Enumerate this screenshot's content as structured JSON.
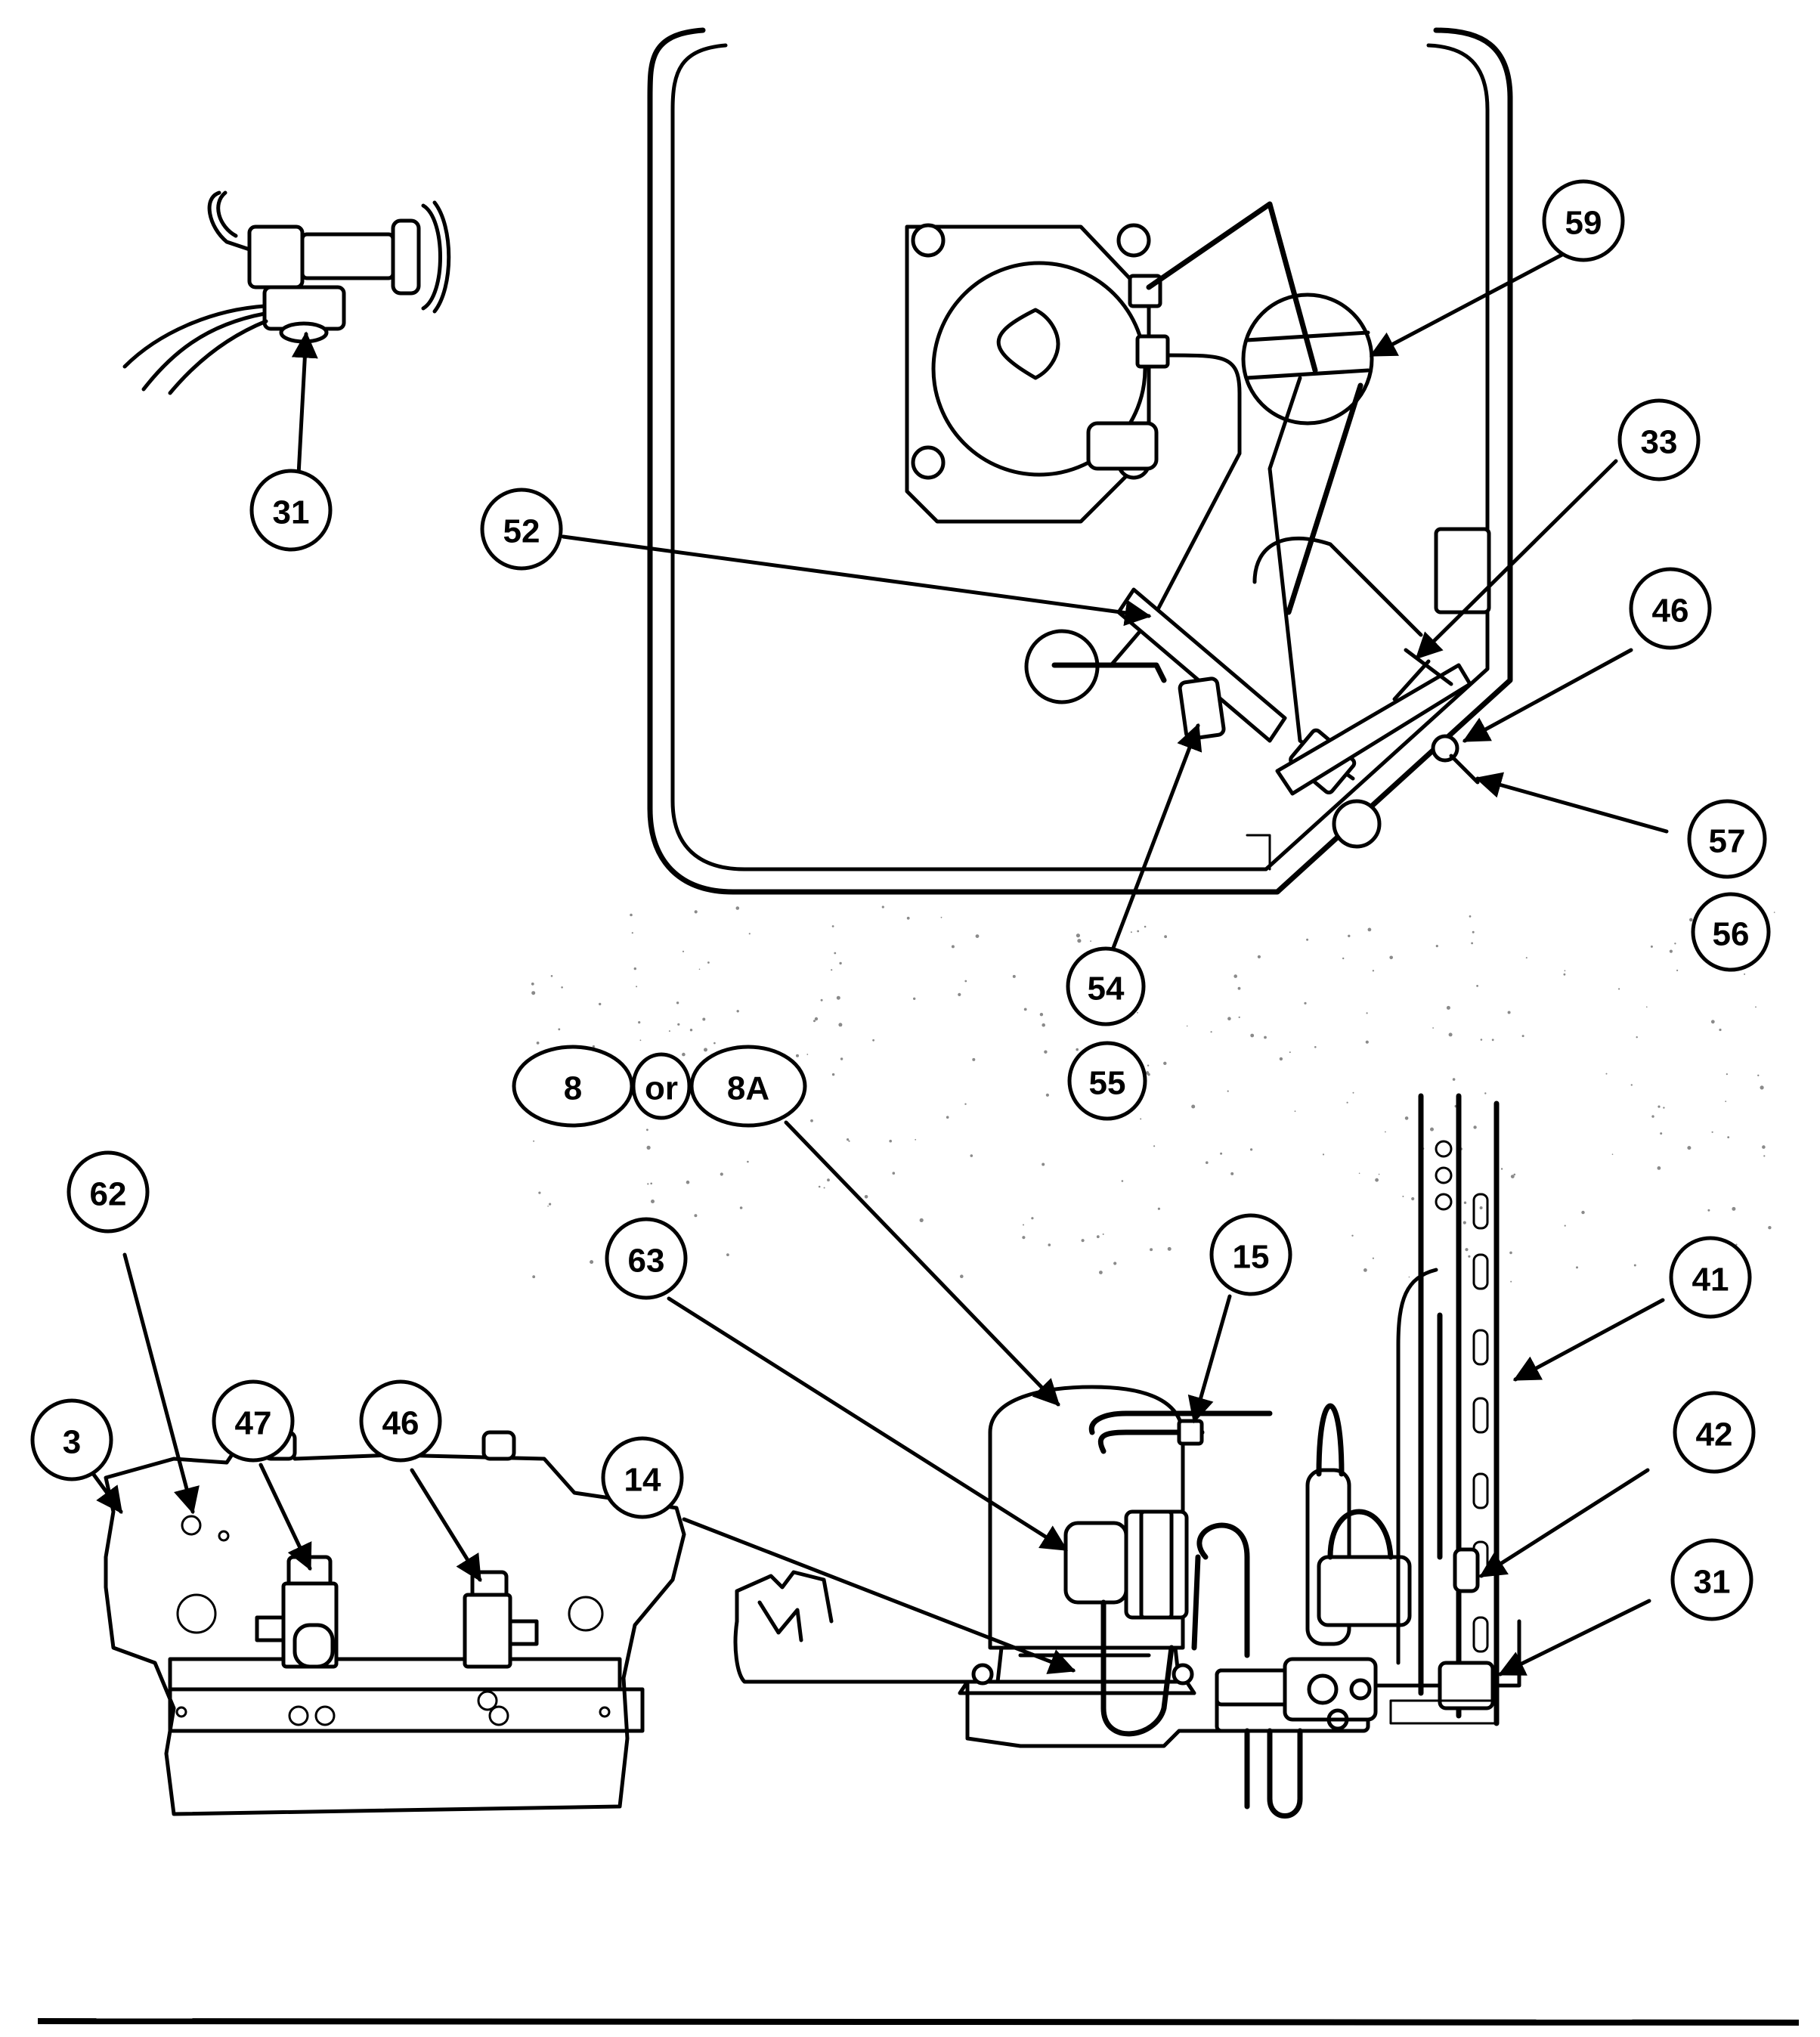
{
  "diagram": {
    "callouts": [
      {
        "id": "c31a",
        "label": "31"
      },
      {
        "id": "c59",
        "label": "59"
      },
      {
        "id": "c52",
        "label": "52"
      },
      {
        "id": "c33",
        "label": "33"
      },
      {
        "id": "c46a",
        "label": "46"
      },
      {
        "id": "c57",
        "label": "57"
      },
      {
        "id": "c56",
        "label": "56"
      },
      {
        "id": "c54",
        "label": "54"
      },
      {
        "id": "c55",
        "label": "55"
      },
      {
        "id": "c8",
        "label": "8"
      },
      {
        "id": "cor",
        "label": "or"
      },
      {
        "id": "c8A",
        "label": "8A"
      },
      {
        "id": "c62",
        "label": "62"
      },
      {
        "id": "c63",
        "label": "63"
      },
      {
        "id": "c15",
        "label": "15"
      },
      {
        "id": "c41",
        "label": "41"
      },
      {
        "id": "c3",
        "label": "3"
      },
      {
        "id": "c47",
        "label": "47"
      },
      {
        "id": "c46b",
        "label": "46"
      },
      {
        "id": "c14",
        "label": "14"
      },
      {
        "id": "c42",
        "label": "42"
      },
      {
        "id": "c31b",
        "label": "31"
      }
    ]
  }
}
